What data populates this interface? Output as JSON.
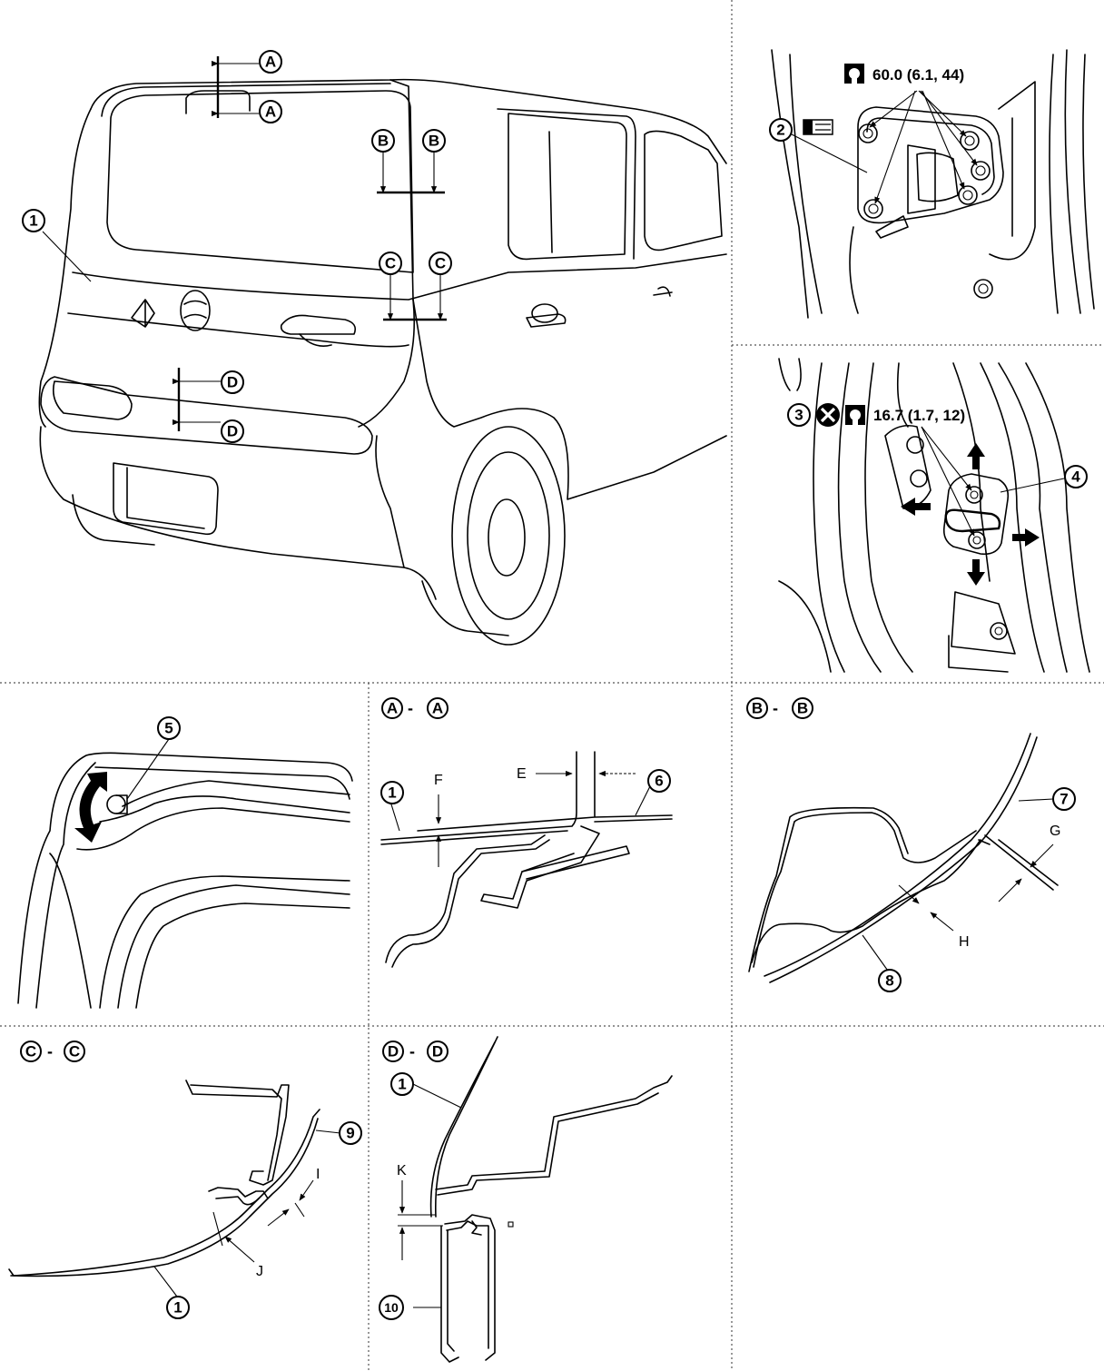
{
  "callouts": {
    "c1": "1",
    "c2": "2",
    "c3": "3",
    "c4": "4",
    "c5": "5",
    "c6": "6",
    "c7": "7",
    "c8": "8",
    "c9": "9",
    "c10": "10",
    "A": "A",
    "B": "B",
    "C": "C",
    "D": "D"
  },
  "torque": {
    "hinge": "60.0 (6.1, 44)",
    "striker": "16.7 (1.7, 12)"
  },
  "sections": {
    "aa": {
      "left": "A",
      "sep": "-",
      "right": "A"
    },
    "bb": {
      "left": "B",
      "sep": "-",
      "right": "B"
    },
    "cc": {
      "left": "C",
      "sep": "-",
      "right": "C"
    },
    "dd": {
      "left": "D",
      "sep": "-",
      "right": "D"
    }
  },
  "dimensions": {
    "E": "E",
    "F": "F",
    "G": "G",
    "H": "H",
    "I": "I",
    "J": "J",
    "K": "K"
  },
  "icons": [
    "wrench-torque-icon",
    "sealant-icon",
    "do-not-reuse-icon",
    "adjust-direction-arrow-icon"
  ]
}
